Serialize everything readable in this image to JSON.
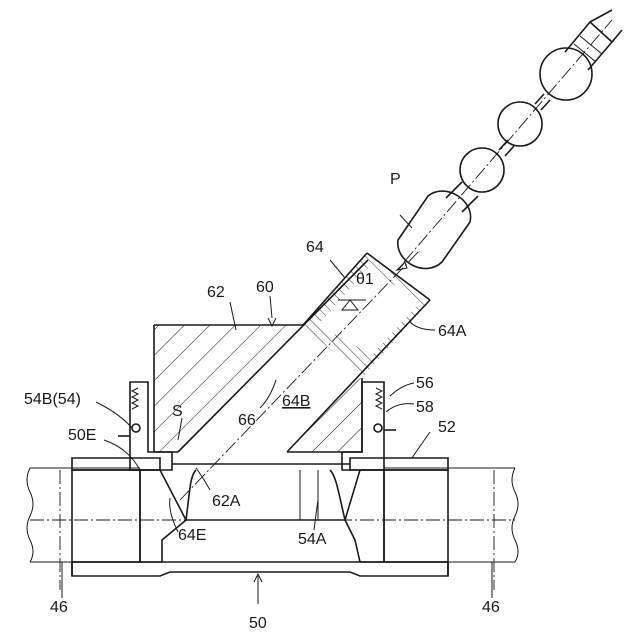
{
  "colors": {
    "ink": "#1a1a1a",
    "background": "#ffffff"
  },
  "labels": {
    "p": "P",
    "l64": "64",
    "theta1": "θ1",
    "l60": "60",
    "l62": "62",
    "l64A": "64A",
    "l56": "56",
    "l58": "58",
    "l54B": "54B(54)",
    "lS": "S",
    "l66": "66",
    "l64B": "64B",
    "l50E": "50E",
    "l52": "52",
    "l62A": "62A",
    "l64E": "64E",
    "l54A": "54A",
    "l46left": "46",
    "l46right": "46",
    "l50": "50"
  }
}
